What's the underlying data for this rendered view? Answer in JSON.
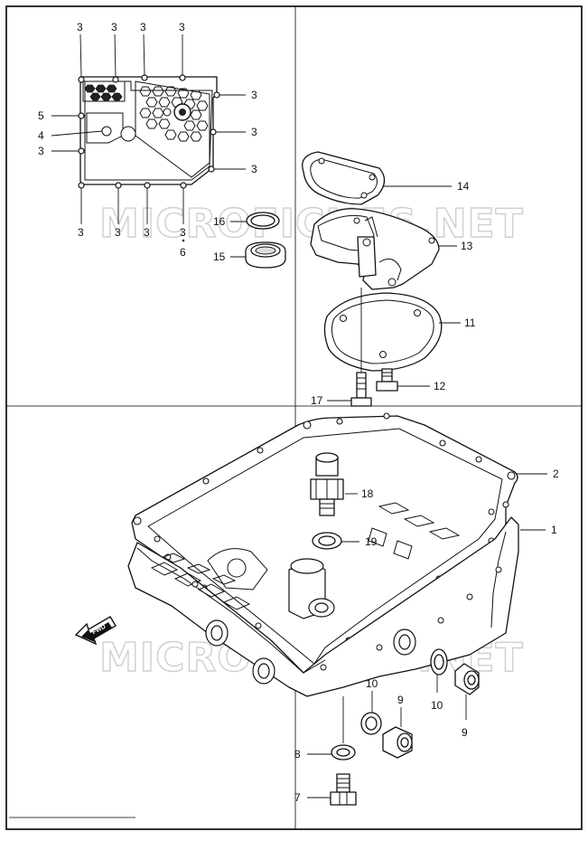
{
  "watermark": {
    "top": "MICROFICHES.NET",
    "bottom": "MICROFICHES.NET"
  },
  "fwd_arrow_label": "FWD",
  "callouts": {
    "c1": "1",
    "c2": "2",
    "c4": "4",
    "c5": "5",
    "c6": "6",
    "c7": "7",
    "c8": "8",
    "c9a": "9",
    "c9b": "9",
    "c10a": "10",
    "c10b": "10",
    "c11": "11",
    "c12": "12",
    "c13": "13",
    "c14": "14",
    "c15": "15",
    "c16": "16",
    "c17": "17",
    "c18": "18",
    "c19": "19",
    "c3_top1": "3",
    "c3_top2": "3",
    "c3_top3": "3",
    "c3_top4": "3",
    "c3_right1": "3",
    "c3_right2": "3",
    "c3_right3": "3",
    "c3_left": "3",
    "c3_bot1": "3",
    "c3_bot2": "3",
    "c3_bot3": "3",
    "c3_bot4": "3"
  },
  "colors": {
    "line": "#111111",
    "watermark": "#cfcfcf",
    "frame": "#000000"
  }
}
